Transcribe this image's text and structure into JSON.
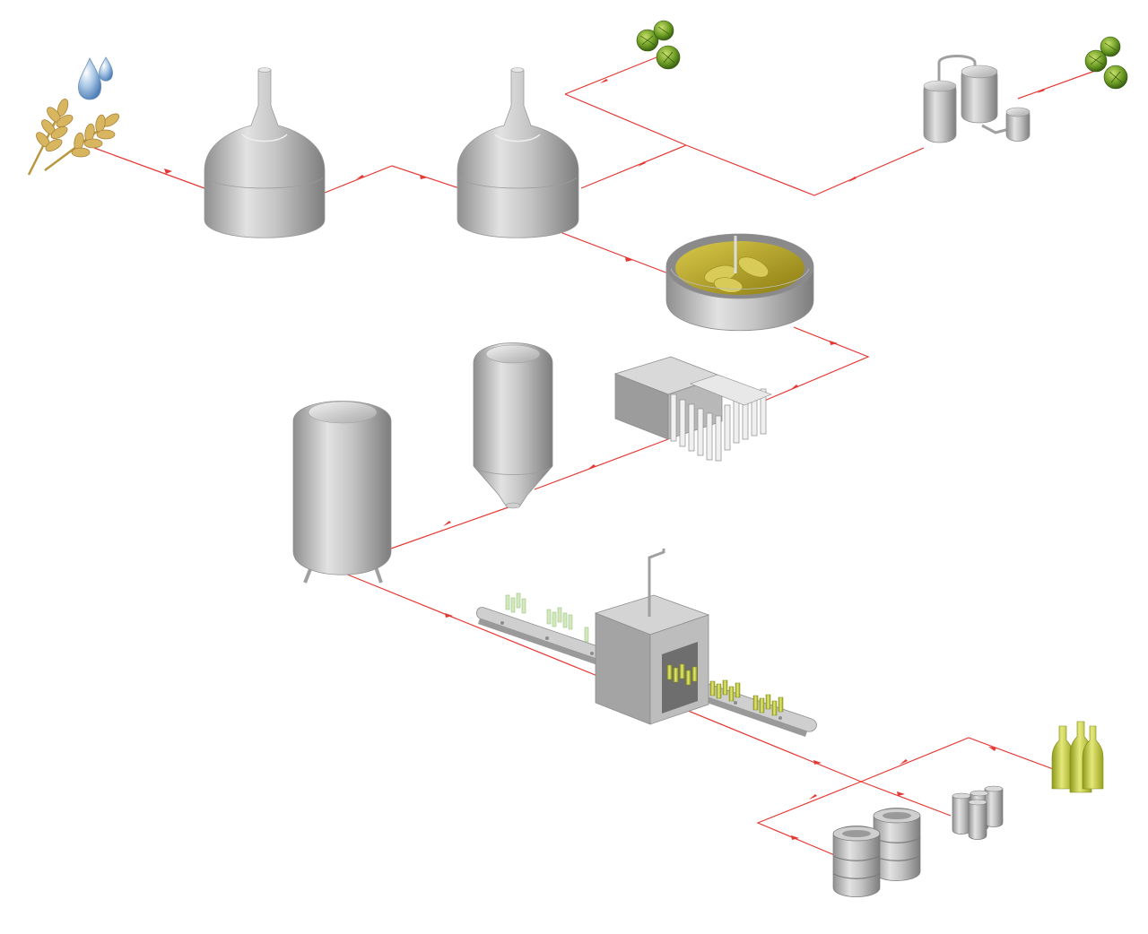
{
  "diagram": {
    "kind": "brewing-process-flow",
    "line_color": "#e53935",
    "equipment_color": "#b9b9b9",
    "wort_color": "#b5a21a",
    "hop_color": "#5a8a1c",
    "stages": [
      {
        "id": "ingredients",
        "icon": "grain-and-water-icon"
      },
      {
        "id": "mash-tun",
        "icon": "mash-tun-kettle-icon"
      },
      {
        "id": "brew-kettle",
        "icon": "brew-kettle-icon"
      },
      {
        "id": "hops-kettle",
        "icon": "hops-icon"
      },
      {
        "id": "hop-processing",
        "icon": "hop-extraction-vessels-icon"
      },
      {
        "id": "hops-extract",
        "icon": "hops-icon"
      },
      {
        "id": "whirlpool",
        "icon": "whirlpool-tank-icon"
      },
      {
        "id": "wort-cooler",
        "icon": "heat-exchanger-icon"
      },
      {
        "id": "fermenter",
        "icon": "conical-fermenter-icon"
      },
      {
        "id": "maturation-tank",
        "icon": "storage-tank-icon"
      },
      {
        "id": "bottling-line",
        "icon": "bottling-machine-icon"
      },
      {
        "id": "bottles",
        "icon": "beer-bottles-icon"
      },
      {
        "id": "cans",
        "icon": "beer-cans-icon"
      },
      {
        "id": "kegs",
        "icon": "kegs-icon"
      }
    ]
  }
}
